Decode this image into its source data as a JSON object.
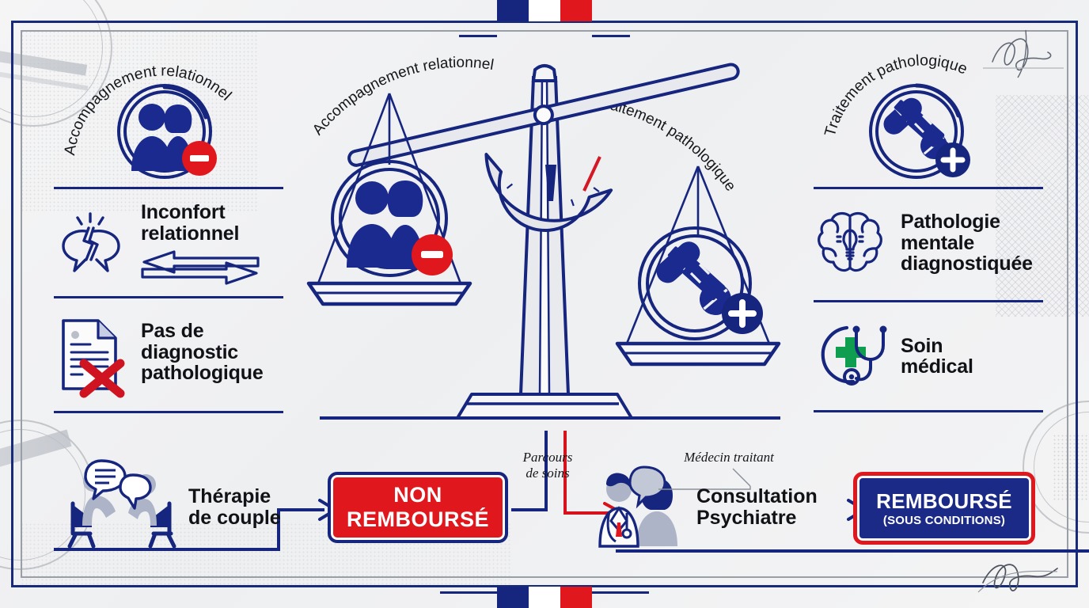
{
  "theme": {
    "navy": "#16257d",
    "red": "#e1171e",
    "green": "#0f9e4f",
    "ink": "#111216",
    "paper": "#f2f3f4"
  },
  "flags": {
    "top_label": "french-flag-top",
    "bottom_label": "french-flag-bottom",
    "colors": [
      "#16257d",
      "#ffffff",
      "#e1171e"
    ]
  },
  "signatures": {
    "top_right": "signature-mark",
    "bottom_right": "signature-mark"
  },
  "left_column": {
    "badge": {
      "curved_label": "Accompagnement relationnel",
      "icon": "couple-icon",
      "status_icon": "minus-badge-icon",
      "status_color": "#e1171e"
    },
    "items": [
      {
        "icon": "broken-speech-bubbles-icon",
        "sub_icon": "double-arrow-icon",
        "label_lines": [
          "Inconfort",
          "relationnel"
        ],
        "label": "Inconfort relationnel"
      },
      {
        "icon": "document-cross-icon",
        "label_lines": [
          "Pas de",
          "diagnostic",
          "pathologique"
        ],
        "label": "Pas de diagnostic pathologique"
      }
    ]
  },
  "right_column": {
    "badge": {
      "curved_label": "Traitement pathologique",
      "icon": "pill-syringe-icon",
      "status_icon": "plus-badge-icon",
      "status_color": "#16257d"
    },
    "items": [
      {
        "icon": "brain-bulb-icon",
        "label_lines": [
          "Pathologie",
          "mentale",
          "diagnostiquée"
        ],
        "label": "Pathologie mentale diagnostiquée"
      },
      {
        "icon": "stethoscope-cross-icon",
        "label_lines": [
          "Soin",
          "médical"
        ],
        "label": "Soin médical"
      }
    ]
  },
  "balance": {
    "left_arm_label": "Accompagnement relationnel",
    "right_arm_label": "Traitement pathologique",
    "left_pan_icon": "couple-icon",
    "left_pan_status": "minus-badge-icon",
    "right_pan_icon": "pill-syringe-icon",
    "right_pan_status": "plus-badge-icon",
    "needle_icon": "gauge-needle-icon",
    "tilt": "left-side-down"
  },
  "flow": {
    "branch_label_lines": [
      "Parcours",
      "de soins"
    ],
    "branch_label": "Parcours de soins",
    "doctor_callout": "Médecin traitant",
    "left_path": {
      "icon": "couple-therapy-icon",
      "label_lines": [
        "Thérapie",
        "de couple"
      ],
      "label": "Thérapie de couple",
      "arrow": "arrow-right-icon",
      "result": {
        "line1": "NON",
        "line2": "REMBOURSÉ",
        "fill": "#e1171e",
        "border": "#16257d"
      }
    },
    "right_path": {
      "icon": "psychiatrist-patient-icon",
      "label_lines": [
        "Consultation",
        "Psychiatre"
      ],
      "label": "Consultation Psychiatre",
      "arrow": "arrow-right-icon",
      "result": {
        "line1": "REMBOURSÉ",
        "line2": "(SOUS CONDITIONS)",
        "fill": "#1b2a86",
        "border": "#e1171e"
      }
    }
  }
}
